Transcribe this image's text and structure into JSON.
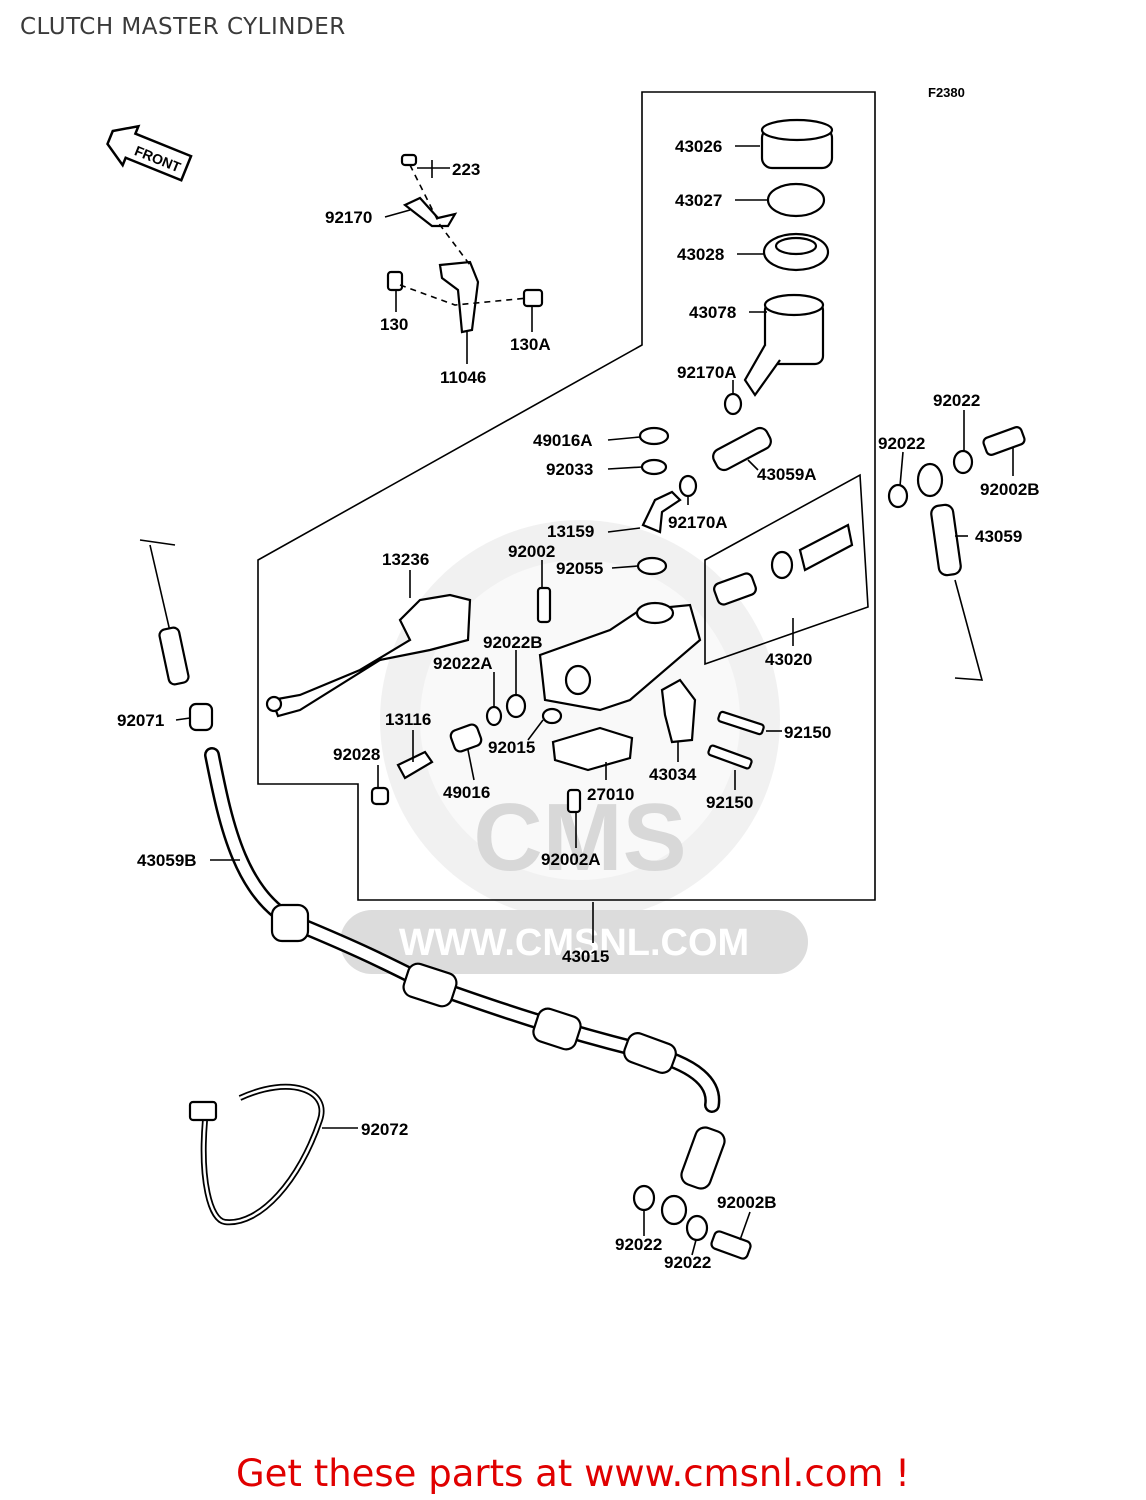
{
  "page": {
    "title": "CLUTCH MASTER CYLINDER",
    "figure_code": "F2380",
    "front_label": "FRONT",
    "watermark_logo_text": "CMS",
    "watermark_url": "WWW.CMSNL.COM",
    "footer_cta": "Get these parts at www.cmsnl.com !"
  },
  "callouts": [
    {
      "id": "43026",
      "label": "43026"
    },
    {
      "id": "43027",
      "label": "43027"
    },
    {
      "id": "43028",
      "label": "43028"
    },
    {
      "id": "43078",
      "label": "43078"
    },
    {
      "id": "92170A_top",
      "label": "92170A"
    },
    {
      "id": "49016A",
      "label": "49016A"
    },
    {
      "id": "92033",
      "label": "92033"
    },
    {
      "id": "43059A",
      "label": "43059A"
    },
    {
      "id": "92170A_mid",
      "label": "92170A"
    },
    {
      "id": "13159",
      "label": "13159"
    },
    {
      "id": "92002",
      "label": "92002"
    },
    {
      "id": "92055",
      "label": "92055"
    },
    {
      "id": "13236",
      "label": "13236"
    },
    {
      "id": "92022B",
      "label": "92022B"
    },
    {
      "id": "92022A",
      "label": "92022A"
    },
    {
      "id": "13116",
      "label": "13116"
    },
    {
      "id": "92028",
      "label": "92028"
    },
    {
      "id": "49016",
      "label": "49016"
    },
    {
      "id": "92015",
      "label": "92015"
    },
    {
      "id": "27010",
      "label": "27010"
    },
    {
      "id": "92002A",
      "label": "92002A"
    },
    {
      "id": "43034",
      "label": "43034"
    },
    {
      "id": "92150_a",
      "label": "92150"
    },
    {
      "id": "92150_b",
      "label": "92150"
    },
    {
      "id": "43020",
      "label": "43020"
    },
    {
      "id": "43015",
      "label": "43015"
    },
    {
      "id": "223",
      "label": "223"
    },
    {
      "id": "92170",
      "label": "92170"
    },
    {
      "id": "130",
      "label": "130"
    },
    {
      "id": "130A",
      "label": "130A"
    },
    {
      "id": "11046",
      "label": "11046"
    },
    {
      "id": "92022_r1",
      "label": "92022"
    },
    {
      "id": "92022_r2",
      "label": "92022"
    },
    {
      "id": "92002B_r",
      "label": "92002B"
    },
    {
      "id": "43059",
      "label": "43059"
    },
    {
      "id": "92071",
      "label": "92071"
    },
    {
      "id": "43059B",
      "label": "43059B"
    },
    {
      "id": "92072",
      "label": "92072"
    },
    {
      "id": "92002B_b",
      "label": "92002B"
    },
    {
      "id": "92022_b1",
      "label": "92022"
    },
    {
      "id": "92022_b2",
      "label": "92022"
    }
  ]
}
